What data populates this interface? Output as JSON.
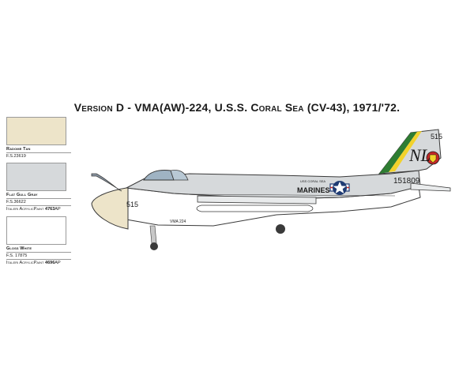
{
  "title": "Version D - VMA(AW)-224, U.S.S. Coral Sea (CV-43), 1971/'72.",
  "colors": [
    {
      "name": "Radome Tan",
      "fs": "F.S.23619",
      "paint_prefix": "",
      "paint_code": "",
      "paint_suffix": "",
      "hex": "#ede4c9"
    },
    {
      "name": "Flat Gull Gray",
      "fs": "F.S.36622",
      "paint_prefix": "Italeri AcrylicPaint ",
      "paint_code": "4763",
      "paint_suffix": "AP",
      "hex": "#d6d9db"
    },
    {
      "name": "Gloss White",
      "fs": "F.S. 17875",
      "paint_prefix": "Italeri AcrylicPaint ",
      "paint_code": "4696",
      "paint_suffix": "AP",
      "hex": "#ffffff"
    }
  ],
  "aircraft": {
    "tail_code": "NL",
    "modex_tail": "515",
    "modex_nose": "515",
    "bureau_number": "151809",
    "service": "MARINES",
    "ship_name": "USS CORAL SEA",
    "squadron": "VMA 224",
    "colors": {
      "radome": "#ede4c9",
      "upper": "#d6d9db",
      "lower": "#ffffff",
      "fin_green": "#2e7d32",
      "fin_yellow": "#f2d22b",
      "insignia_blue": "#1f3b73",
      "insignia_red": "#c62828",
      "line": "#3a3a3a"
    }
  }
}
